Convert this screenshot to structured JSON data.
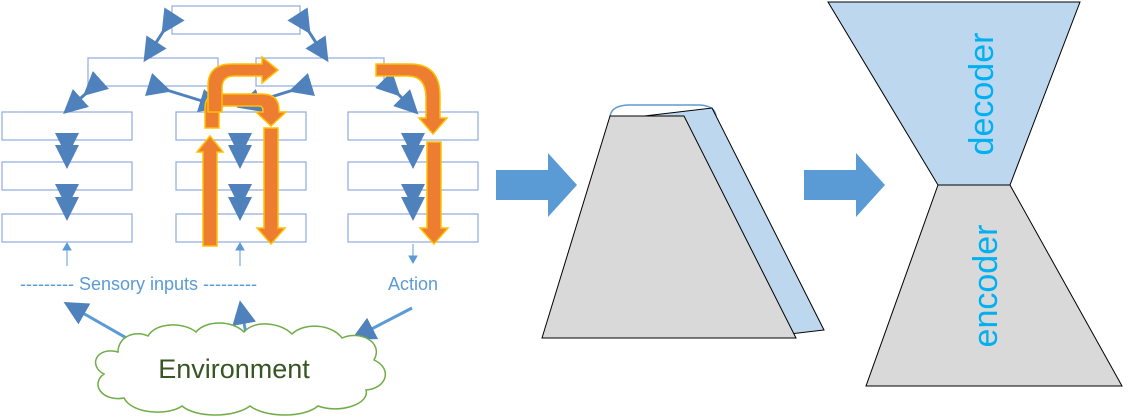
{
  "labels": {
    "sensory_inputs": "--------- Sensory inputs ---------",
    "action": "Action",
    "environment": "Environment",
    "decoder": "decoder",
    "encoder": "encoder"
  },
  "colors": {
    "box_stroke": "#8faadc",
    "box_fill": "#ffffff",
    "arrow_blue": "#4f81bd",
    "flow_orange": "#ed7d31",
    "flow_outline": "#ffc000",
    "cloud_stroke": "#70ad47",
    "cloud_fill": "#ffffff",
    "env_text": "#375623",
    "gray_fill": "#d9d9d9",
    "light_blue_fill": "#bdd7ee",
    "label_blue": "#5b9bd5",
    "coder_text": "#00b0f0"
  }
}
